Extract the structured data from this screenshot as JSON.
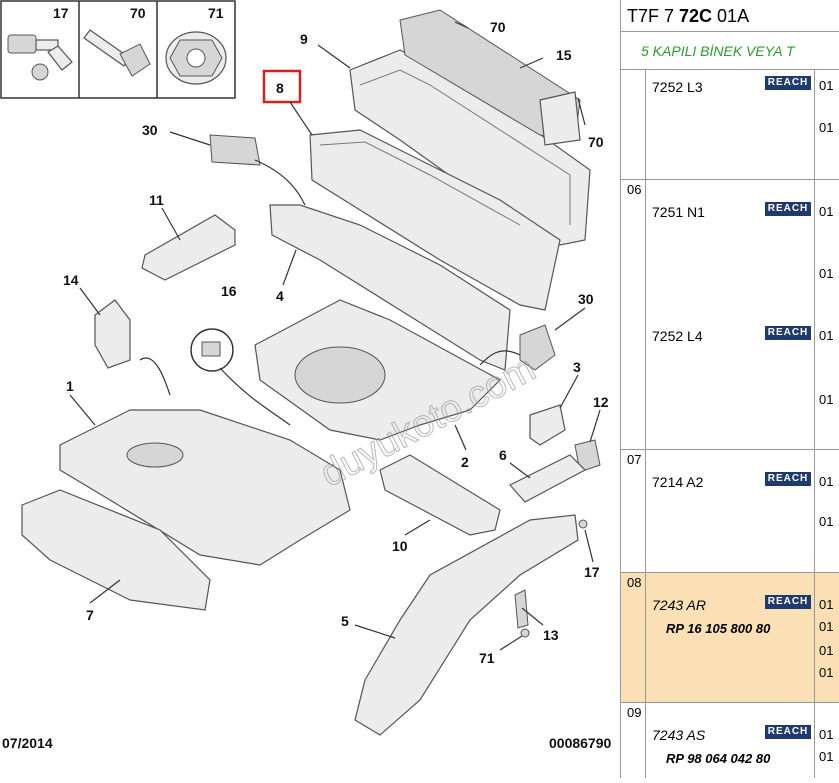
{
  "diagram": {
    "callouts": [
      "17",
      "70",
      "71",
      "8",
      "9",
      "15",
      "70",
      "70",
      "30",
      "11",
      "14",
      "16",
      "1",
      "4",
      "30",
      "3",
      "12",
      "6",
      "2",
      "10",
      "7",
      "5",
      "13",
      "71",
      "17"
    ],
    "date": "07/2014",
    "drawing_number": "00086790",
    "watermark": "duyukoto.com"
  },
  "panel": {
    "header_a": "T7F 7 ",
    "header_b": "72C",
    "header_c": " 01A",
    "subtitle": "5 KAPILI BİNEK VEYA T",
    "badge": "REACH",
    "rows": [
      {
        "index": "",
        "code": "7252 L3",
        "qty1": "01",
        "qty2": "01"
      },
      {
        "index": "06",
        "code": "7251 N1",
        "qty1": "01",
        "qty2": "01"
      },
      {
        "index": "",
        "code": "7252 L4",
        "qty1": "01",
        "qty2": "01"
      },
      {
        "index": "07",
        "code": "7214 A2",
        "qty1": "01",
        "qty2": "01"
      },
      {
        "index": "08",
        "code": "7243 AR",
        "ref": "RP 16 105 800 80",
        "qty1": "01",
        "qty2": "01",
        "qty3": "01",
        "qty4": "01"
      },
      {
        "index": "09",
        "code": "7243 AS",
        "ref": "RP 98 064 042 80",
        "qty1": "01",
        "qty2": "01"
      }
    ]
  }
}
